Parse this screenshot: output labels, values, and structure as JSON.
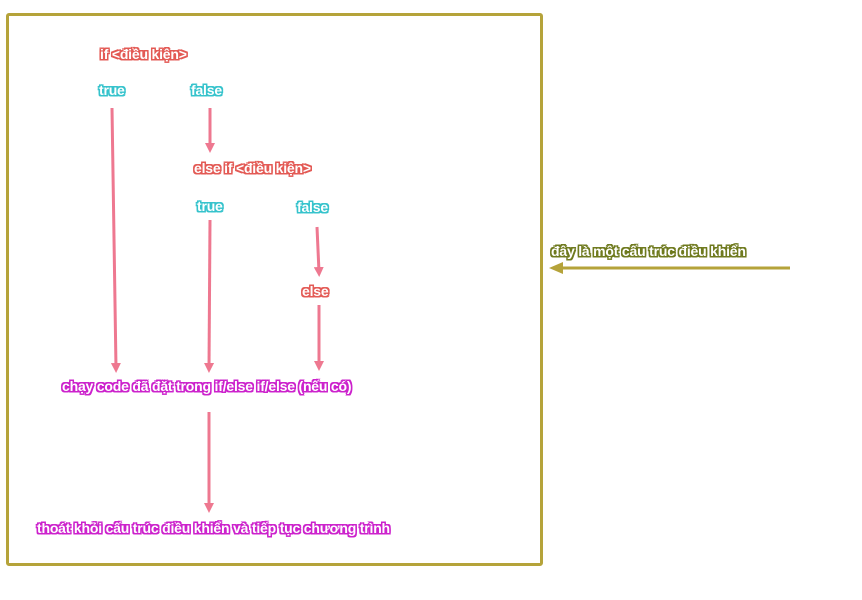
{
  "colors": {
    "frame": "#b5a33a",
    "arrow": "#ee7890",
    "annotation_arrow": "#b5a33a",
    "condition_label": "#e35a55",
    "branch_label": "#36c3cc",
    "result_label": "#cc22cc",
    "annotation_label": "#6f7a1e"
  },
  "nodes": {
    "if_condition": "if <điều kiện>",
    "if_true": "true",
    "if_false": "false",
    "else_if_condition": "else if <điều kiện>",
    "else_if_true": "true",
    "else_if_false": "false",
    "else": "else",
    "run_code": "chạy code đã đặt trong if/else if/else (nếu có)",
    "exit": "thoát khỏi cấu trúc điều khiển và tiếp tục chương trình"
  },
  "annotation": {
    "text": "đây là một cấu trúc điều khiển"
  }
}
